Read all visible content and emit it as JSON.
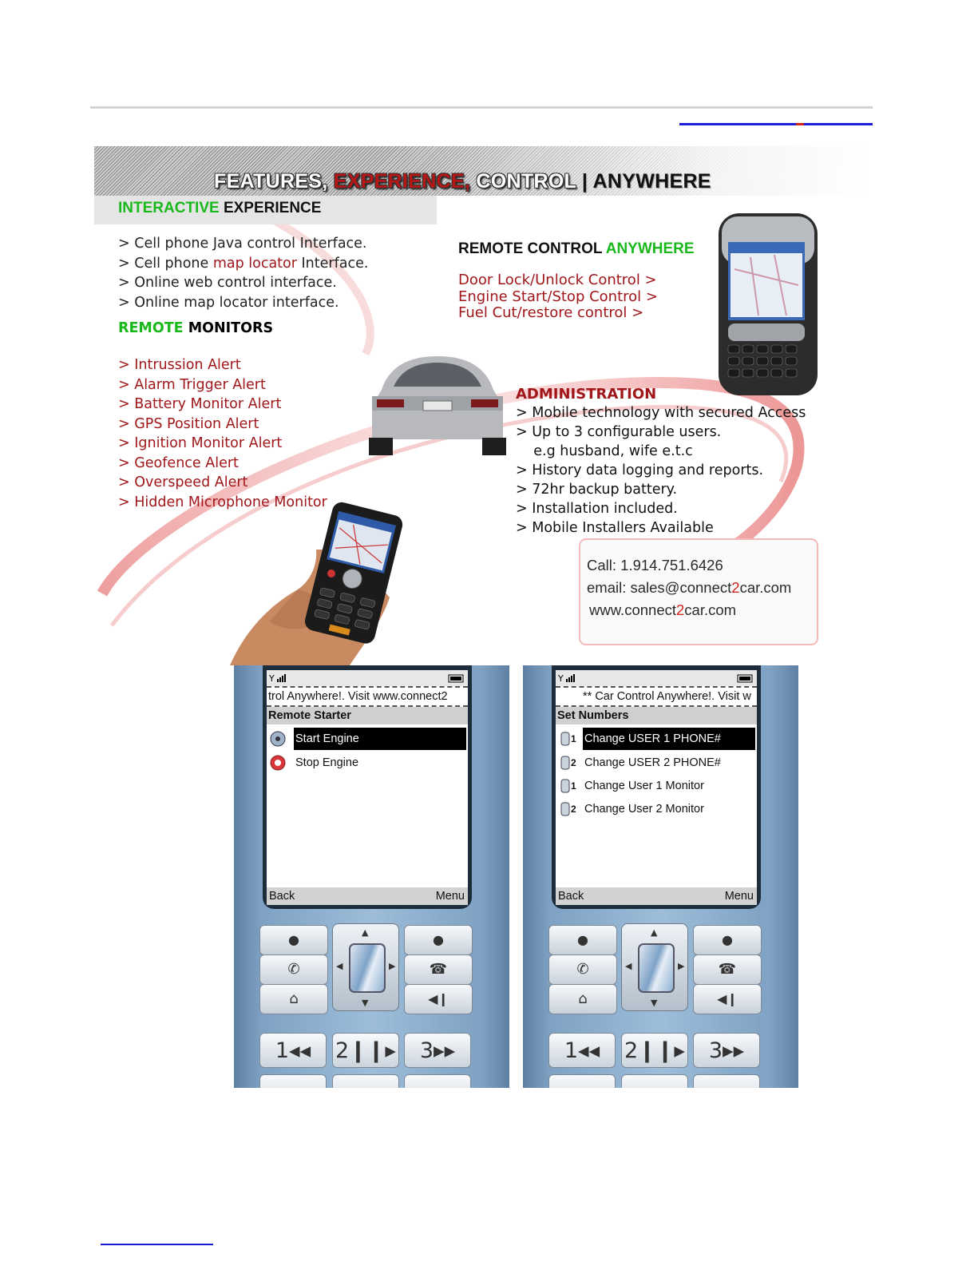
{
  "flyer": {
    "headline": {
      "part1": "FEATURES, ",
      "part2": "EXPERIENCE, ",
      "part3": "CONTROL ",
      "part4": "| ANYWHERE"
    },
    "interactive": {
      "green": "INTERACTIVE",
      "rest": " EXPERIENCE"
    },
    "interactive_items": [
      {
        "prefix": ">  Cell phone Java control Interface."
      },
      {
        "prefix": ">  Cell phone ",
        "highlight": "map locator",
        "suffix": " Interface."
      },
      {
        "prefix": ">  Online web control interface."
      },
      {
        "prefix": ">  Online map locator interface."
      }
    ],
    "remote_monitors": {
      "green": "REMOTE",
      "rest": " MONITORS"
    },
    "monitor_items": [
      ">  Intrussion Alert",
      ">  Alarm Trigger Alert",
      ">  Battery Monitor Alert",
      ">  GPS Position Alert",
      ">  Ignition Monitor Alert",
      ">  Geofence Alert",
      ">  Overspeed Alert",
      ">  Hidden Microphone Monitor"
    ],
    "remote_control": {
      "black": "REMOTE CONTROL ",
      "green": "ANYWHERE"
    },
    "control_items": [
      "Door Lock/Unlock Control  >",
      "Engine Start/Stop Control    >",
      "Fuel Cut/restore control      >"
    ],
    "administration": {
      "title": "ADMINISTRATION",
      "items": [
        ">  Mobile technology with secured Access",
        ">  Up to 3 configurable users.",
        "    e.g husband, wife e.t.c",
        ">  History data logging and reports.",
        ">  72hr backup battery.",
        ">  Installation included.",
        ">  Mobile Installers Available"
      ]
    },
    "contact": {
      "call": "Call:   1.914.751.6426",
      "email_a": "email: sales@connect",
      "email_b": "2",
      "email_c": "car.com",
      "web_a": "www.connect",
      "web_b": "2",
      "web_c": "car.com"
    },
    "colors": {
      "accent_red": "#a0161a",
      "accent_green": "#19b81b"
    }
  },
  "phones": [
    {
      "ticker": "trol Anywhere!. Visit www.connect2",
      "title": "Remote Starter",
      "items": [
        {
          "label": "Start Engine",
          "icon": "steering-icon",
          "selected": true
        },
        {
          "label": "Stop Engine",
          "icon": "stop-icon",
          "selected": false
        }
      ],
      "soft_left": "Back",
      "soft_right": "Menu"
    },
    {
      "ticker": "** Car Control Anywhere!. Visit w",
      "title": "Set Numbers",
      "items": [
        {
          "label": "Change USER 1 PHONE#",
          "num": "1",
          "icon": "phone-icon",
          "selected": true
        },
        {
          "label": "Change USER 2 PHONE#",
          "num": "2",
          "icon": "phone-icon",
          "selected": false
        },
        {
          "label": "Change User 1 Monitor",
          "num": "1",
          "icon": "phone-icon",
          "selected": false
        },
        {
          "label": "Change User 2 Monitor",
          "num": "2",
          "icon": "phone-icon",
          "selected": false
        }
      ],
      "soft_left": "Back",
      "soft_right": "Menu"
    }
  ],
  "keypad": {
    "k1": "1◂◂",
    "k2": "2❙❙▸",
    "k3": "3▸▸"
  }
}
